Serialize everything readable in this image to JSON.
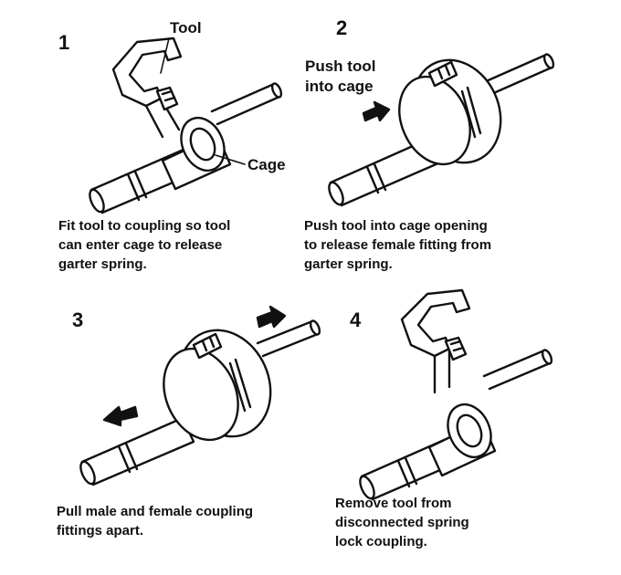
{
  "panels": [
    {
      "number": "1",
      "callouts": {
        "tool": "Tool",
        "cage": "Cage"
      },
      "caption": "Fit tool to coupling so tool\ncan enter cage to release\ngarter spring."
    },
    {
      "number": "2",
      "callouts": {
        "push": "Push tool\ninto cage"
      },
      "caption": "Push tool into cage opening\nto release female fitting from\ngarter spring."
    },
    {
      "number": "3",
      "caption": "Pull male and female coupling\nfittings apart."
    },
    {
      "number": "4",
      "caption": "Remove tool from\ndisconnected spring\nlock coupling."
    }
  ]
}
